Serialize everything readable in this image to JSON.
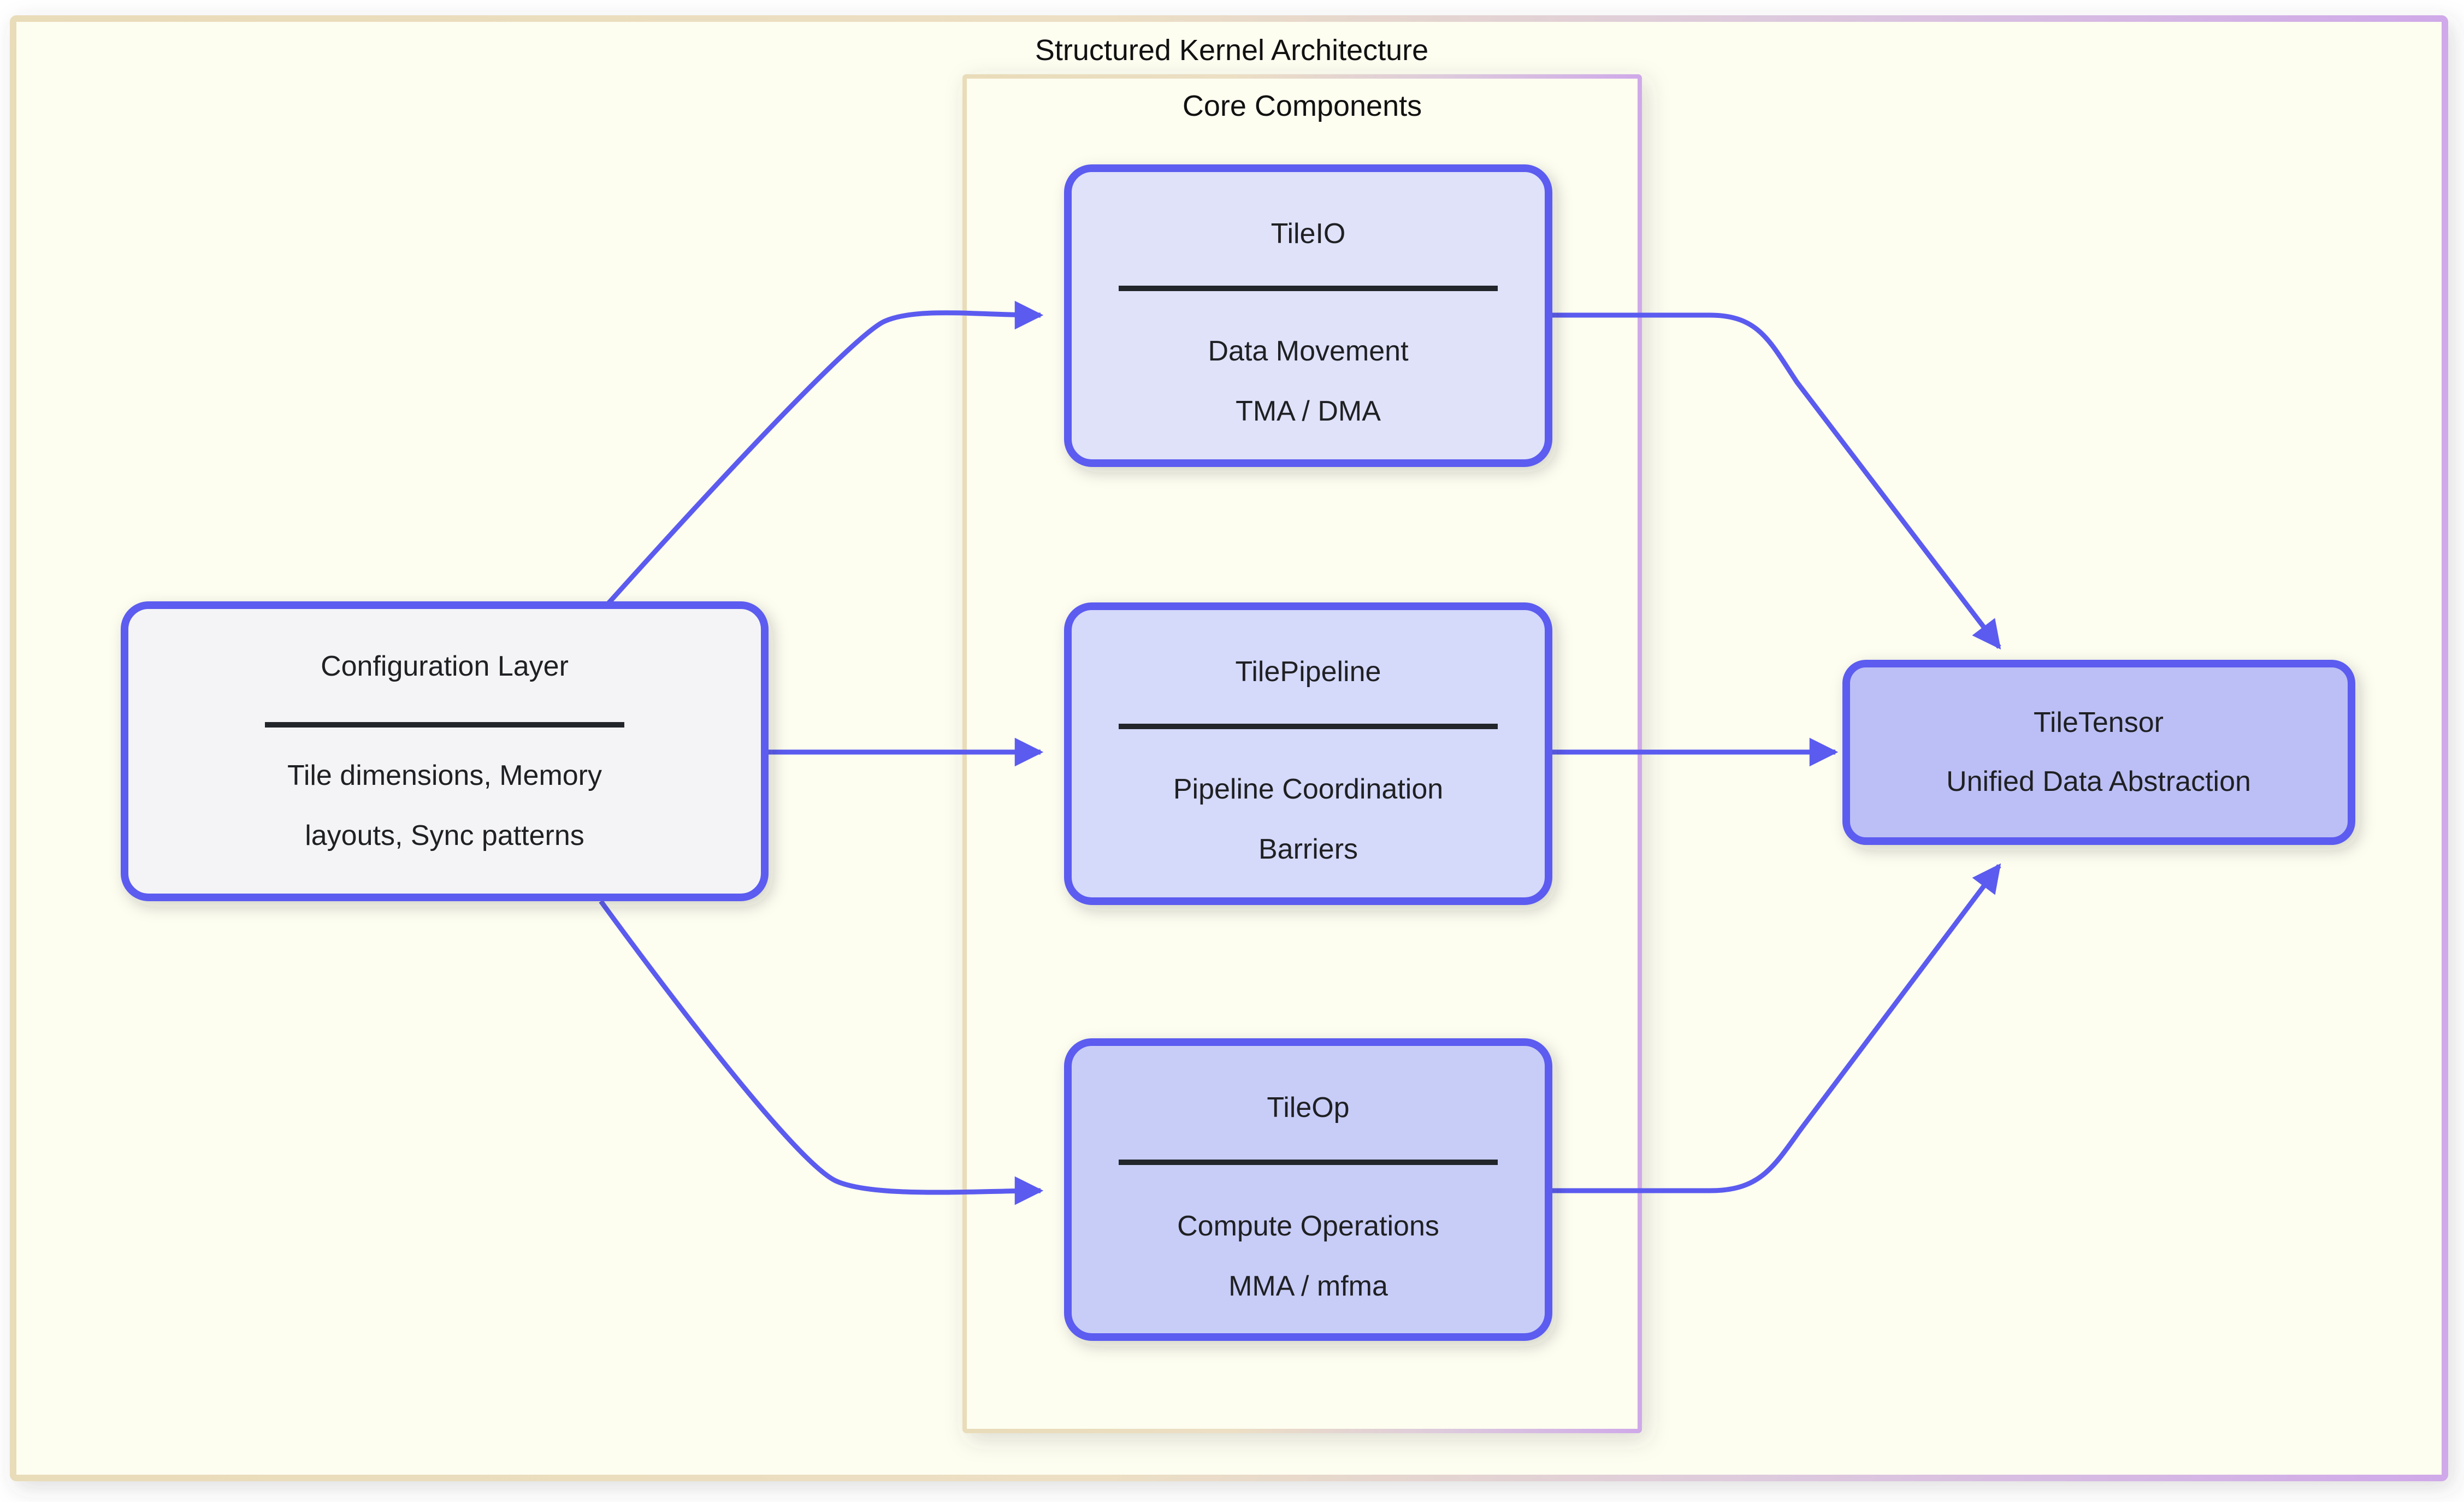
{
  "diagram": {
    "outer_frame_title": "Structured Kernel Architecture",
    "subgraph_title": "Core Components",
    "colors": {
      "canvas": "#fdfdf0",
      "outer_border_start": "#e9dcb9",
      "outer_border_end": "#cfa9e9",
      "edge": "#5b5bf0",
      "node_border": "#5b5bf0",
      "config_fill": "#f4f4f6",
      "tileio_fill": "#dfe2f9",
      "tilepipeline_fill": "#d5d9fa",
      "tileop_fill": "#c8cdf7",
      "tiletensor_fill": "#bcbff5",
      "text": "#1f2023",
      "divider": "#22262b"
    },
    "nodes": [
      {
        "id": "config",
        "title": "Configuration Layer",
        "divider": true,
        "lines": [
          "Tile dimensions, Memory",
          "layouts, Sync patterns"
        ]
      },
      {
        "id": "tileio",
        "title": "TileIO",
        "divider": true,
        "lines": [
          "Data Movement",
          "TMA / DMA"
        ]
      },
      {
        "id": "tilepipeline",
        "title": "TilePipeline",
        "divider": true,
        "lines": [
          "Pipeline Coordination",
          "Barriers"
        ]
      },
      {
        "id": "tileop",
        "title": "TileOp",
        "divider": true,
        "lines": [
          "Compute Operations",
          "MMA / mfma"
        ]
      },
      {
        "id": "tiletensor",
        "title": "TileTensor",
        "divider": false,
        "lines": [
          "Unified Data Abstraction"
        ]
      }
    ],
    "edges": [
      {
        "id": "config-to-tileio",
        "from": "config",
        "to": "tileio"
      },
      {
        "id": "config-to-tilepipeline",
        "from": "config",
        "to": "tilepipeline"
      },
      {
        "id": "config-to-tileop",
        "from": "config",
        "to": "tileop"
      },
      {
        "id": "tileio-to-tiletensor",
        "from": "tileio",
        "to": "tiletensor"
      },
      {
        "id": "tilepipeline-to-tiletensor",
        "from": "tilepipeline",
        "to": "tiletensor"
      },
      {
        "id": "tileop-to-tiletensor",
        "from": "tileop",
        "to": "tiletensor"
      }
    ]
  }
}
